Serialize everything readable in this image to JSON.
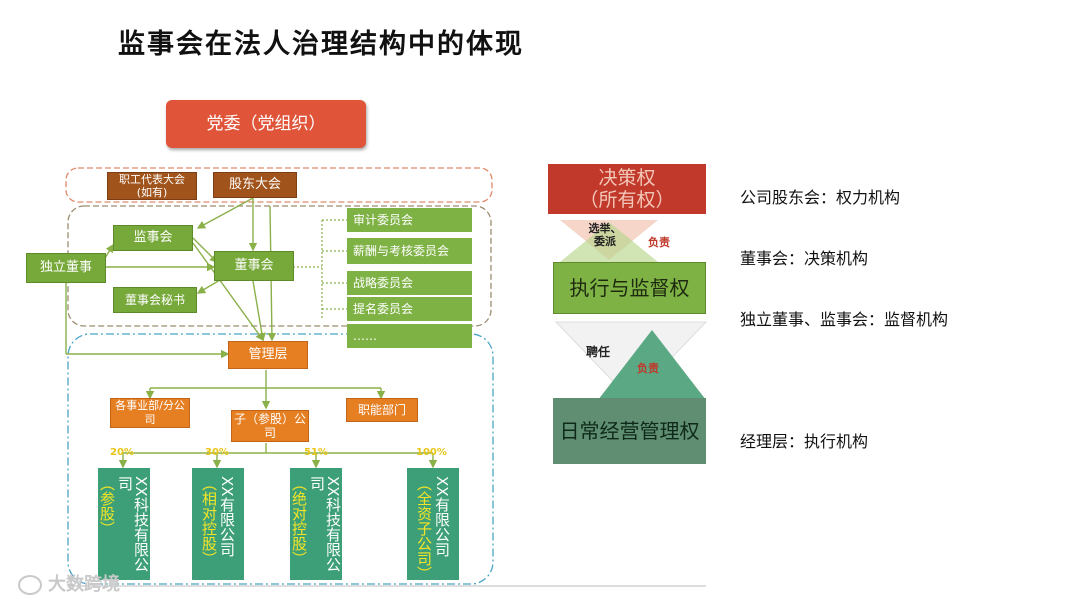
{
  "title": "监事会在法人治理结构中的体现",
  "org": {
    "party": "党委（党组织）",
    "workers_congress": "职工代表大会",
    "workers_congress_note": "(如有)",
    "shareholders": "股东大会",
    "supervisory": "监事会",
    "independent": "独立董事",
    "board": "董事会",
    "secretary": "董事会秘书",
    "committees": [
      "审计委员会",
      "薪酬与考核委员会",
      "战略委员会",
      "提名委员会",
      "……"
    ],
    "management": "管理层",
    "divisions": "各事业部/分公司",
    "subsidiary": "子（参股）公司",
    "functional": "职能部门",
    "subsidiaries": [
      {
        "pct": "20%",
        "name": "XX科技有限公司",
        "type": "（参股）"
      },
      {
        "pct": "30%",
        "name": "XX有限公司",
        "type": "（相对控股）"
      },
      {
        "pct": "51%",
        "name": "XX科技有限公司",
        "type": "（绝对控股）"
      },
      {
        "pct": "100%",
        "name": "XX有限公司",
        "type": "（全资子公司）"
      }
    ]
  },
  "power": {
    "decision": "决策权",
    "decision_note": "（所有权）",
    "elect": "选举、委派",
    "responsible1": "负责",
    "exec_supervise": "执行与监督权",
    "hire": "聘任",
    "responsible2": "负责",
    "daily": "日常经营管理权"
  },
  "roles": [
    "公司股东会：权力机构",
    "董事会：决策机构",
    "独立董事、监事会：监督机构",
    "经理层：执行机构"
  ],
  "watermark": "大数跨境",
  "colors": {
    "party": "#e0553a",
    "orange": "#e67e22",
    "brown": "#a0531b",
    "green": "#77a83a",
    "teal": "#3d9f78",
    "dark_red": "#c0392b"
  }
}
